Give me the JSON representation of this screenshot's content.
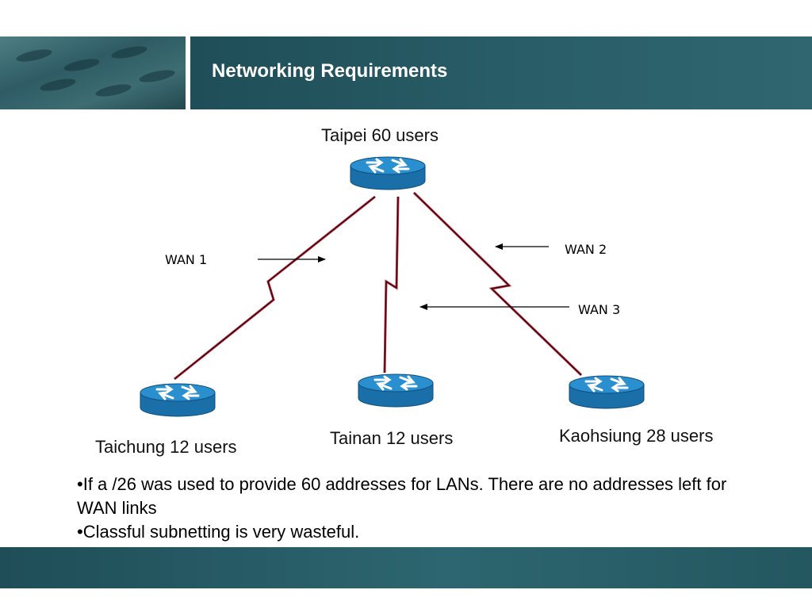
{
  "slide": {
    "title": "Networking Requirements"
  },
  "diagram": {
    "routers": [
      {
        "id": "taipei",
        "label": "Taipei 60 users"
      },
      {
        "id": "taichung",
        "label": "Taichung 12 users"
      },
      {
        "id": "tainan",
        "label": "Tainan 12 users"
      },
      {
        "id": "kaohsiung",
        "label": "Kaohsiung 28 users"
      }
    ],
    "links": [
      {
        "from": "taipei",
        "to": "taichung",
        "label": "WAN 1"
      },
      {
        "from": "taipei",
        "to": "kaohsiung",
        "label": "WAN 2"
      },
      {
        "from": "taipei",
        "to": "tainan",
        "label": "WAN 3"
      }
    ],
    "colors": {
      "router_top": "#2a8fcf",
      "router_side": "#1a6fa8",
      "link": "#c0203a",
      "link_core": "#000000"
    }
  },
  "bullets": [
    "If a /26 was used to  provide 60 addresses for LANs. There  are no addresses left for WAN links",
    "Classful subnetting is very wasteful."
  ]
}
